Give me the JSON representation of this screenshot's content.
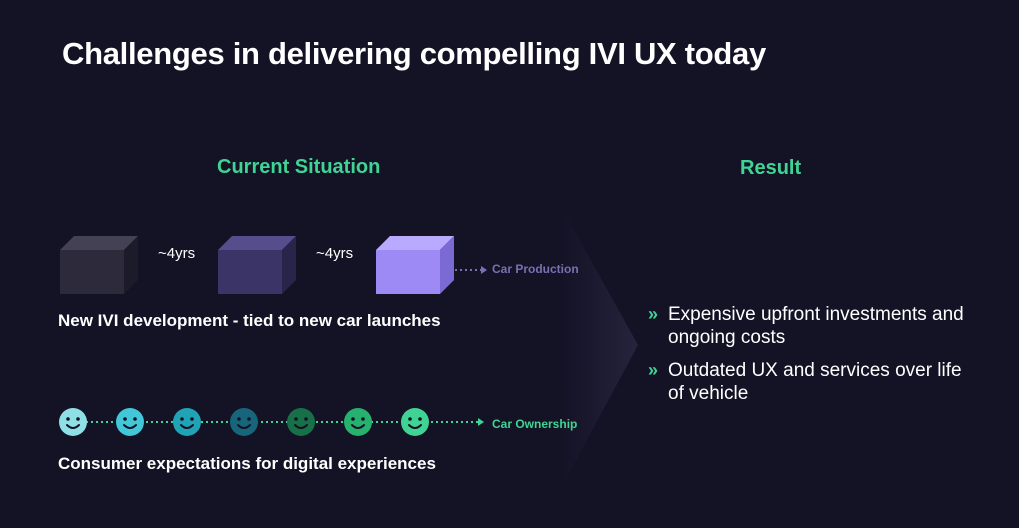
{
  "slide": {
    "title": "Challenges in delivering compelling IVI UX today"
  },
  "current": {
    "heading": "Current Situation",
    "production": {
      "boxes": [
        {
          "front": "#2c2a3b",
          "top": "#444155",
          "side": "#1d1b29"
        },
        {
          "front": "#3b3466",
          "top": "#564e8c",
          "side": "#29244a"
        },
        {
          "front": "#9d8af5",
          "top": "#b9aaff",
          "side": "#7c6ad4"
        }
      ],
      "gaps": [
        "~4yrs",
        "~4yrs"
      ],
      "track_label": "Car Production",
      "track_color": "#7b6fb4",
      "caption": "New IVI development - tied to new car launches"
    },
    "ownership": {
      "faces": [
        {
          "fill": "#8fe0e6"
        },
        {
          "fill": "#41c7d7"
        },
        {
          "fill": "#21a3b6"
        },
        {
          "fill": "#17657a"
        },
        {
          "fill": "#177048"
        },
        {
          "fill": "#26b26e"
        },
        {
          "fill": "#3fd494"
        }
      ],
      "track_label": "Car Ownership",
      "track_color": "#3fd494",
      "caption": "Consumer expectations for digital experiences"
    }
  },
  "result": {
    "heading": "Result",
    "marker": "»",
    "items": [
      "Expensive upfront investments and ongoing costs",
      "Outdated UX and services over life of vehicle"
    ]
  },
  "colors": {
    "background": "#141225",
    "accent": "#3fd494",
    "arrow": "#1e1c33"
  }
}
